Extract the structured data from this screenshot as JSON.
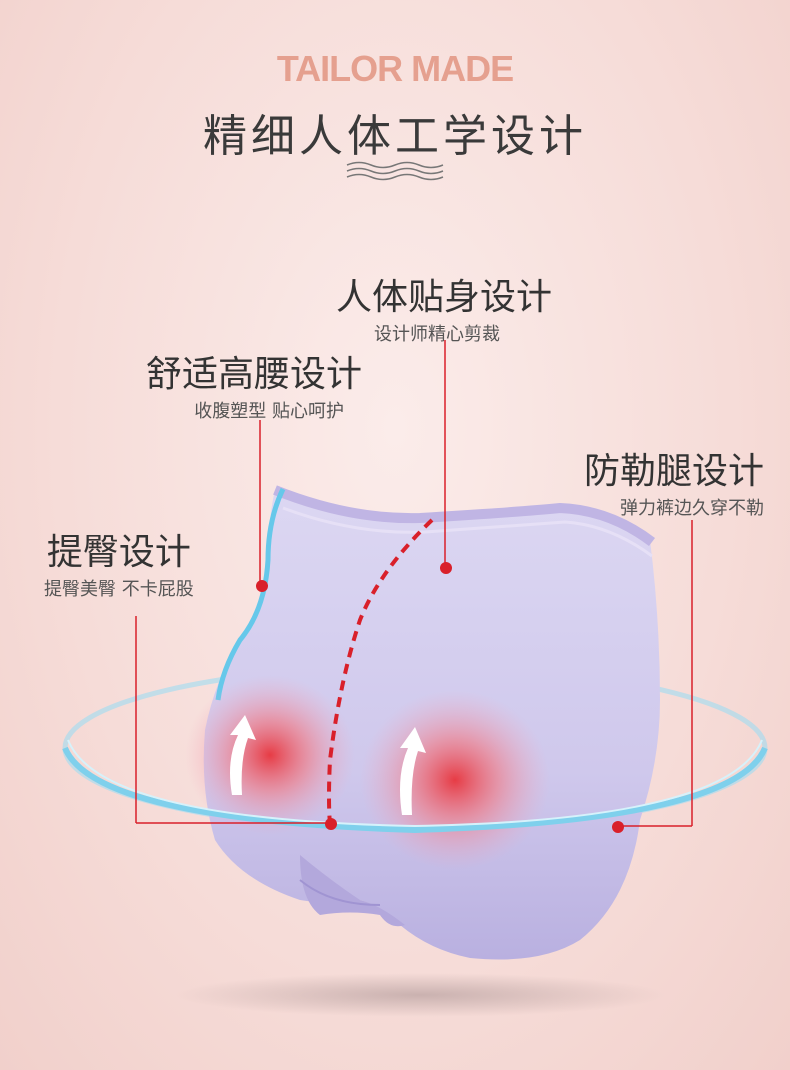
{
  "header": {
    "brand": "TAILOR MADE",
    "title": "精细人体工学设计"
  },
  "callouts": {
    "body_fit": {
      "title": "人体贴身设计",
      "subtitle": "设计师精心剪裁"
    },
    "high_waist": {
      "title": "舒适高腰设计",
      "subtitle": "收腹塑型 贴心呵护"
    },
    "anti_tight_leg": {
      "title": "防勒腿设计",
      "subtitle": "弹力裤边久穿不勒"
    },
    "hip_lift": {
      "title": "提臀设计",
      "subtitle": "提臀美臀 不卡屁股"
    }
  },
  "colors": {
    "brand": "#e5a08f",
    "accent_red": "#d9202a",
    "garment": "#d3cdee",
    "ring": "#7fd0ec"
  }
}
